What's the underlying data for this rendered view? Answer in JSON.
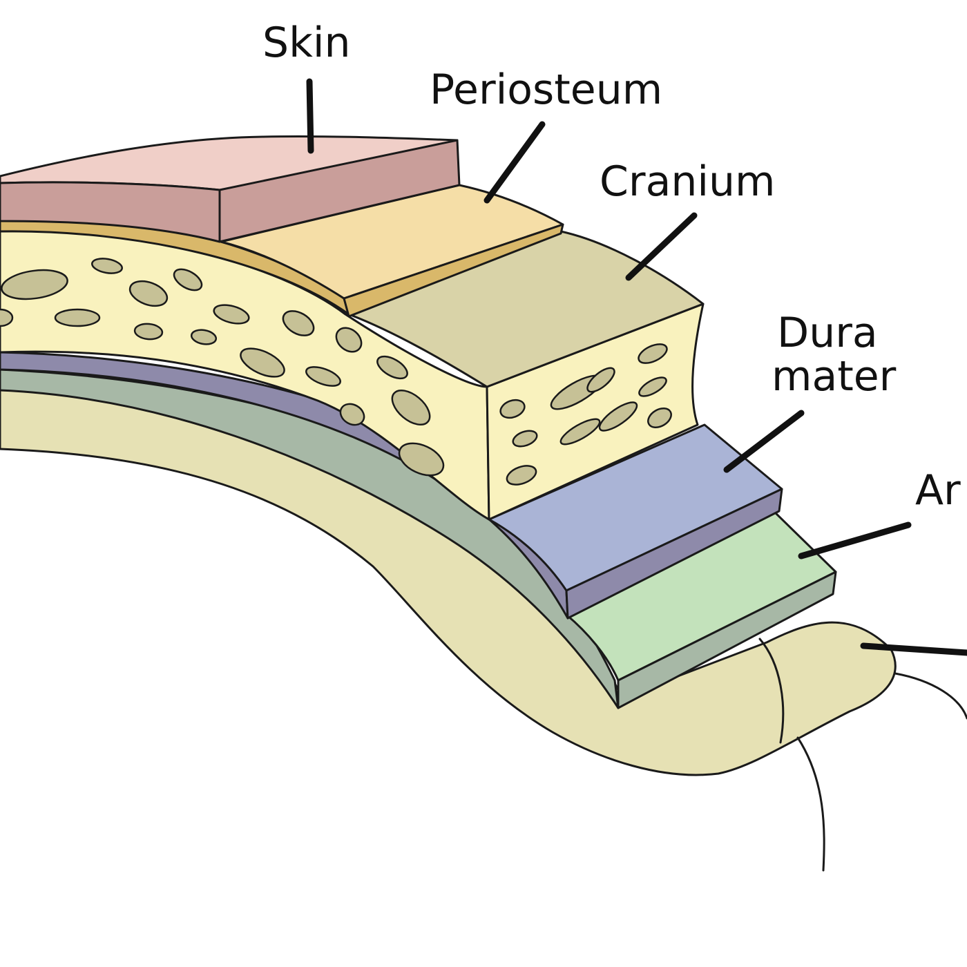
{
  "labels": {
    "skin": "Skin",
    "periosteum": "Periosteum",
    "cranium": "Cranium",
    "dura_line1": "Dura",
    "dura_line2": "mater",
    "arachnoid_partial": "Ar"
  },
  "colors": {
    "skin_top": "#f0cfc8",
    "skin_side": "#c99e9a",
    "periosteum_top": "#f5dea7",
    "periosteum_band": "#d9b86a",
    "cranium_top": "#d9d3a8",
    "cranium_spongy": "#f9f2be",
    "cell_fill": "#c6c196",
    "dura_top": "#aab4d6",
    "dura_side": "#8e8aaa",
    "arachnoid_top": "#c3e2bb",
    "arachnoid_side": "#a7b8a6",
    "pia_brain": "#e6e1b4",
    "outline": "#1a1a1a"
  }
}
